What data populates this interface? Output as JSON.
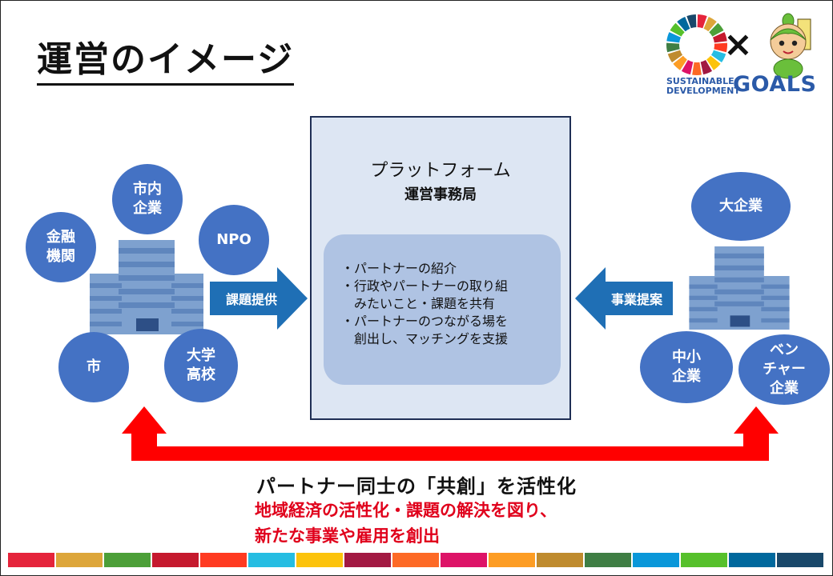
{
  "title": "運営のイメージ",
  "logo": {
    "cross": "×",
    "sdg_line1": "SUSTAINABLE",
    "sdg_line2": "DEVELOPMENT",
    "sdg_goals": "GOALS",
    "mascot_icon": "mascot-icon",
    "wheel_colors": [
      "#e5243b",
      "#dda63a",
      "#4c9f38",
      "#c5192d",
      "#ff3a21",
      "#26bde2",
      "#fcc30b",
      "#a21942",
      "#fd6925",
      "#dd1367",
      "#fd9d24",
      "#bf8b2e",
      "#3f7e44",
      "#0a97d9",
      "#56c02b",
      "#00689d",
      "#19486a"
    ]
  },
  "left_group": {
    "circles": [
      {
        "id": "city-inside-company",
        "label": "市内\n企業"
      },
      {
        "id": "financial",
        "label": "金融\n機関"
      },
      {
        "id": "npo",
        "label": "NPO"
      },
      {
        "id": "city",
        "label": "市"
      },
      {
        "id": "university",
        "label": "大学\n高校"
      }
    ],
    "arrow_label": "課題提供",
    "building_icon": "building-icon"
  },
  "right_group": {
    "circles": [
      {
        "id": "large-company",
        "label": "大企業"
      },
      {
        "id": "sme",
        "label": "中小\n企業"
      },
      {
        "id": "venture",
        "label": "ベン\nチャー\n企業"
      }
    ],
    "arrow_label": "事業提案",
    "building_icon": "building-icon"
  },
  "center": {
    "title": "プラットフォーム",
    "subtitle": "運営事務局",
    "bullets": [
      "・パートナーの紹介",
      "・行政やパートナーの取り組\n　みたいこと・課題を共有",
      "・パートナーのつながる場を\n　創出し、マッチングを支援"
    ]
  },
  "bottom": {
    "shared": "パートナー同士の「共創」を活性化",
    "effect_line1": "地域経済の活性化・課題の解決を図り、",
    "effect_line2": "新たな事業や雇用を創出"
  },
  "colors": {
    "circle": "#4472c4",
    "arrow_blue": "#1f6fb5",
    "arrow_red": "#ff0000",
    "stripes": [
      "#e5243b",
      "#dda63a",
      "#4c9f38",
      "#c5192d",
      "#ff3a21",
      "#26bde2",
      "#fcc30b",
      "#a21942",
      "#fd6925",
      "#dd1367",
      "#fd9d24",
      "#bf8b2e",
      "#3f7e44",
      "#0a97d9",
      "#56c02b",
      "#00689d",
      "#19486a"
    ]
  }
}
